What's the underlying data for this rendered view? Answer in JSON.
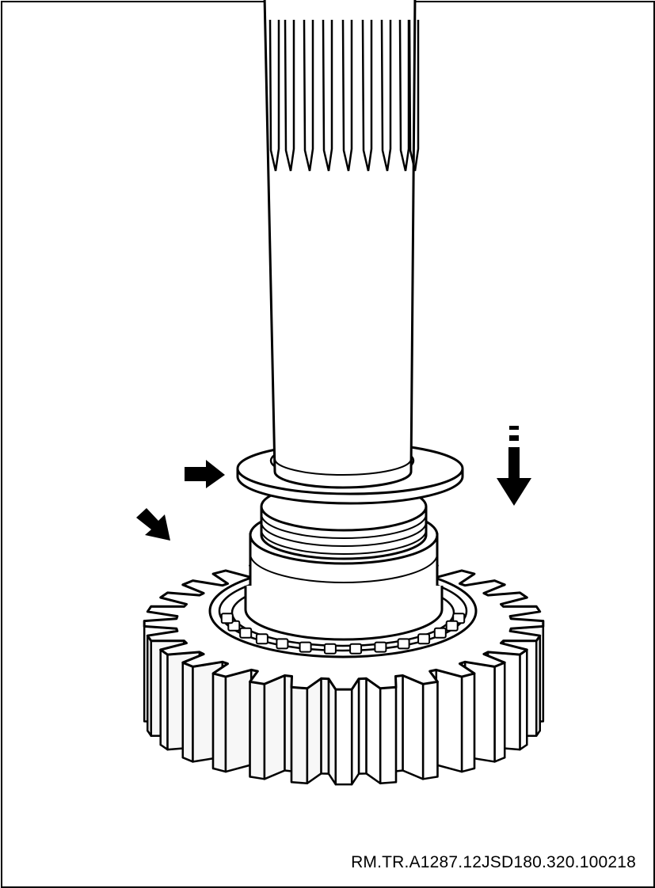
{
  "figure": {
    "reference_code": "RM.TR.A1287.12JSD180.320.100218",
    "colors": {
      "line": "#000000",
      "fill": "#ffffff",
      "shade": "#f2f2f2"
    },
    "callouts": [
      {
        "name": "arrow-thrust-washer",
        "icon": "arrow-right"
      },
      {
        "name": "arrow-gear",
        "icon": "arrow-down-right"
      },
      {
        "name": "arrow-install-direction",
        "icon": "arrow-down-dashed"
      }
    ]
  }
}
